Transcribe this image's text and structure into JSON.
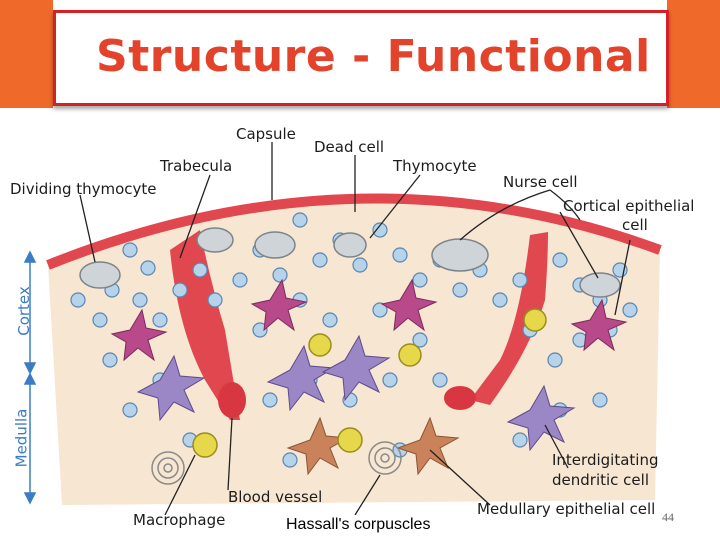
{
  "title": "Structure - Functional",
  "labels": {
    "capsule": "Capsule",
    "dead_cell": "Dead cell",
    "trabecula": "Trabecula",
    "thymocyte": "Thymocyte",
    "dividing_thymocyte": "Dividing thymocyte",
    "nurse_cell": "Nurse cell",
    "cortical_epithelial_1": "Cortical epithelial",
    "cortical_epithelial_2": "cell",
    "cortex": "Cortex",
    "medulla": "Medulla",
    "interdigitating_1": "Interdigitating",
    "interdigitating_2": "dendritic cell",
    "blood_vessel": "Blood vessel",
    "macrophage": "Macrophage",
    "medullary_epithelial": "Medullary epithelial cell"
  },
  "caption": "Hassall's corpuscles",
  "page_number": "44",
  "colors": {
    "accent_orange": "#ef6a2a",
    "title_red": "#e2432a",
    "capsule_red": "#e0474f",
    "tissue": "#f7e6d2",
    "axis_blue": "#3b7cc4"
  }
}
